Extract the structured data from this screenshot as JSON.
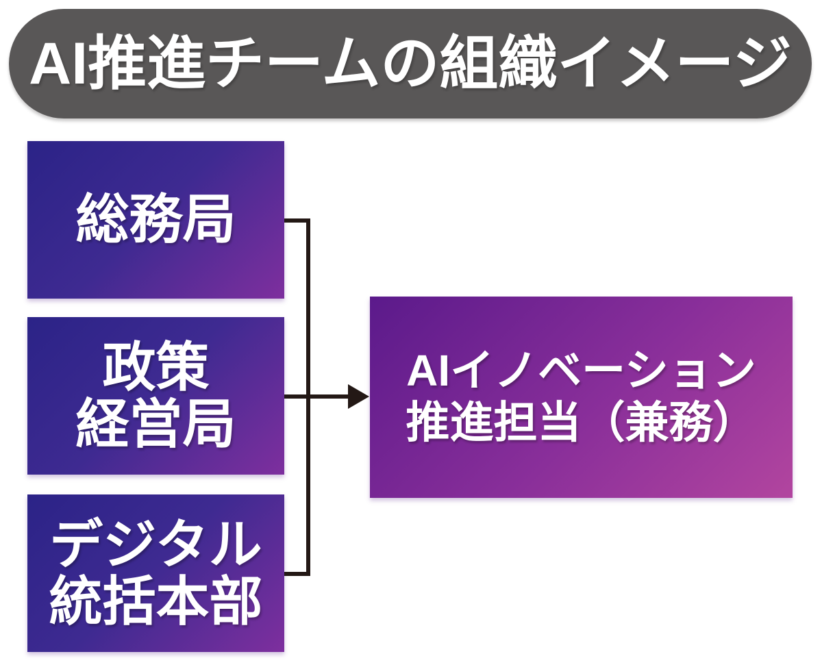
{
  "title": "AI推進チームの組織イメージ",
  "left_boxes": [
    {
      "lines": [
        "総務局"
      ]
    },
    {
      "lines": [
        "政策",
        "経営局"
      ]
    },
    {
      "lines": [
        "デジタル",
        "統括本部"
      ]
    }
  ],
  "right_box": {
    "lines": [
      "AIイノベーション",
      "推進担当（兼務）"
    ]
  },
  "colors": {
    "title_bg": "#595757",
    "title_text": "#FFFFFF",
    "box_text": "#FFFFFF",
    "connector": "#231815",
    "left_box_gradient_start": "#2B2387",
    "left_box_gradient_end": "#7E2F9E",
    "right_box_gradient_start": "#5B1A8B",
    "right_box_gradient_end": "#B2459F"
  }
}
